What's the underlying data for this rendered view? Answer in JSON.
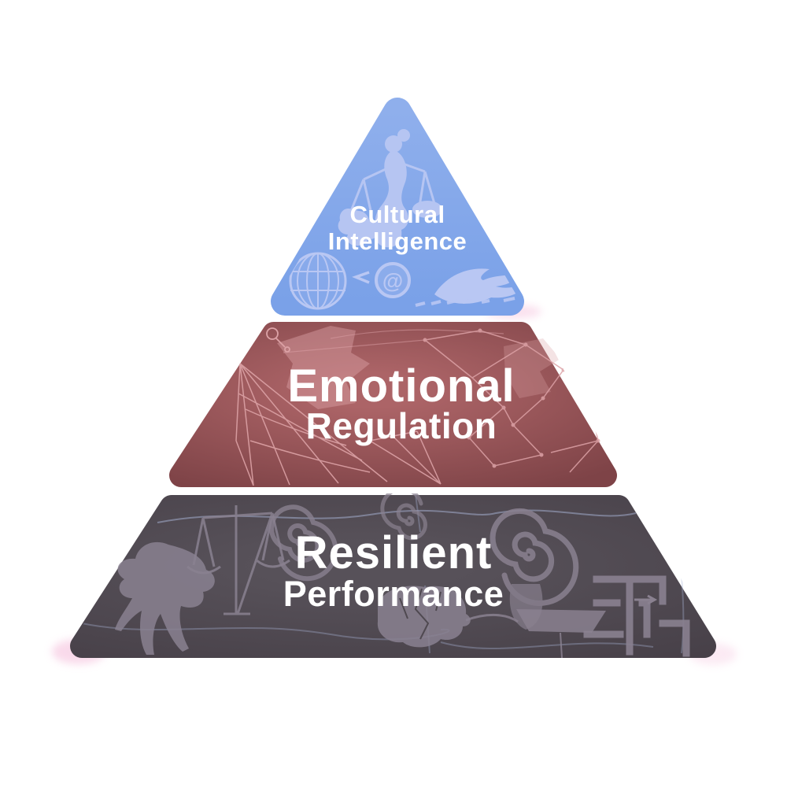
{
  "background_color": "#FFFFFF",
  "text_color": "#FFFFFF",
  "glow_color": "#F4BCDA",
  "pyramid": {
    "type": "three-level-pyramid-diagram",
    "levels": [
      {
        "id": "cultural-intelligence",
        "title_line1": "Cultural",
        "title_line2": "Intelligence",
        "fill_light": "#8FAFEC",
        "fill_dark": "#7AA1E8",
        "decoration_color": "#B9C7F3",
        "at_symbol": "@",
        "decorations": [
          "justice-scales-figure",
          "globe",
          "less-than-mark",
          "at-symbol",
          "dove"
        ]
      },
      {
        "id": "emotional-regulation",
        "title_line1": "Emotional",
        "title_line2": "Regulation",
        "fill_light": "#AC6467",
        "fill_dark": "#7E4347",
        "decoration_color": "#DCA2A6",
        "decorations": [
          "sketch-circle",
          "wireframe-fan",
          "polygon-network",
          "map-patches"
        ]
      },
      {
        "id": "resilient-performance",
        "title_line1": "Resilient",
        "title_line2": "Performance",
        "fill_light": "#575159",
        "fill_dark": "#474048",
        "decoration_color": "#8A8190",
        "line_color": "#A9B5D8",
        "crack_color": "#4F4950",
        "decorations": [
          "parrot",
          "justice-scales",
          "spiral-head-left",
          "spiral-head-right",
          "skull",
          "boat-pan",
          "maze-blocks",
          "arrow"
        ]
      }
    ]
  }
}
